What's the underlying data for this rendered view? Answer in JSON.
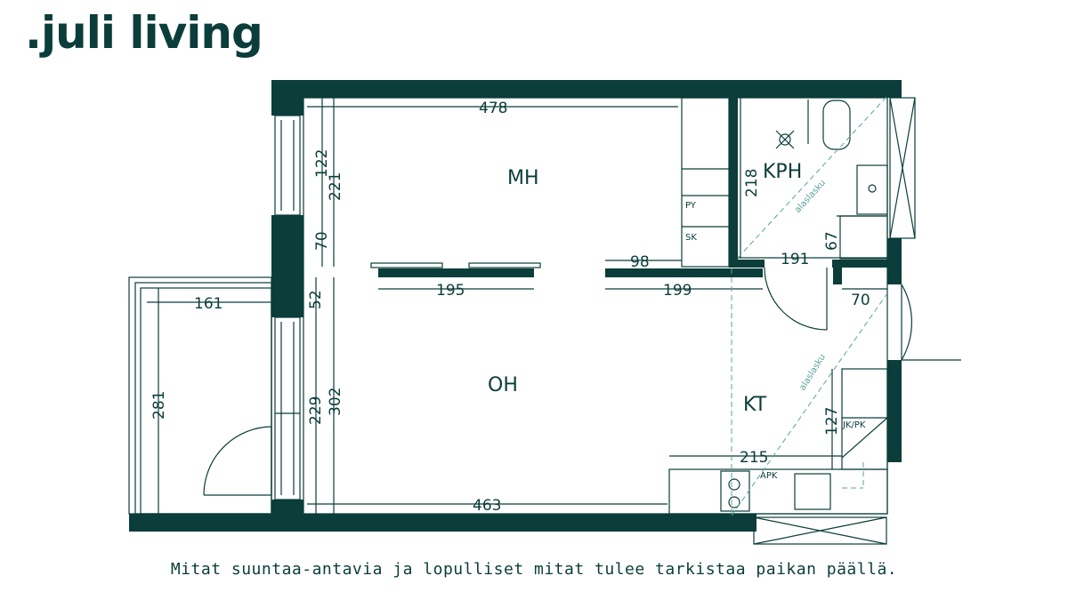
{
  "brand": {
    "logo_text": ".juli living"
  },
  "caption": "Mitat suuntaa-antavia ja lopulliset mitat tulee tarkistaa paikan päällä.",
  "colors": {
    "wall": "#0b3d3a",
    "line": "#0b3d3a",
    "accent": "#5aa39c",
    "background": "#ffffff"
  },
  "rooms": {
    "mh": "MH",
    "kph": "KPH",
    "oh": "OH",
    "kt": "KT"
  },
  "fixtures": {
    "py": "PY",
    "sk": "SK",
    "jkpk": "JK/PK",
    "apk": "APK"
  },
  "notes": {
    "alaslasku_1": "alaslasku",
    "alaslasku_2": "alaslasku"
  },
  "dimensions": {
    "mh_width": "478",
    "d122": "122",
    "d221": "221",
    "d70_left": "70",
    "d52": "52",
    "d229": "229",
    "d302": "302",
    "d98": "98",
    "d195": "195",
    "d199": "199",
    "kph_height": "218",
    "kph_width": "191",
    "d67": "67",
    "d70_right": "70",
    "balcony_width": "161",
    "balcony_height": "281",
    "d127": "127",
    "kt_width": "215",
    "oh_width": "463"
  }
}
